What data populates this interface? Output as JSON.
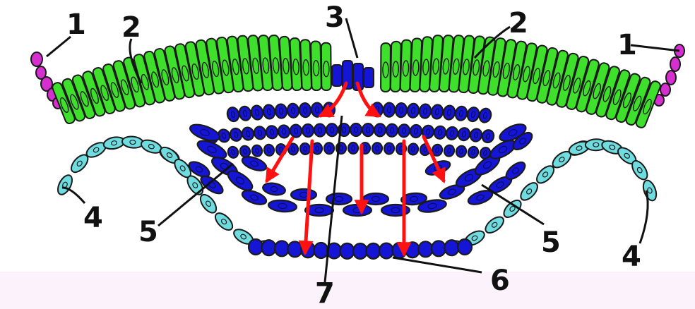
{
  "colors": {
    "background": "#ffffff",
    "bottom_band": "#fbf2fb",
    "outline": "#1a1a1a",
    "amnion": "#d62fd0",
    "epiblast": "#3ee02c",
    "hypoblast": "#6fdde0",
    "mesoderm": "#1515d6",
    "arrows": "#ff1111",
    "labels": "#111111"
  },
  "labels": [
    "1",
    "1",
    "2",
    "2",
    "3",
    "4",
    "4",
    "5",
    "5",
    "6",
    "7"
  ],
  "icons": {
    "migration_arrow": "red-arrow-icon",
    "ingression_arrow": "red-curved-arrow-icon"
  }
}
